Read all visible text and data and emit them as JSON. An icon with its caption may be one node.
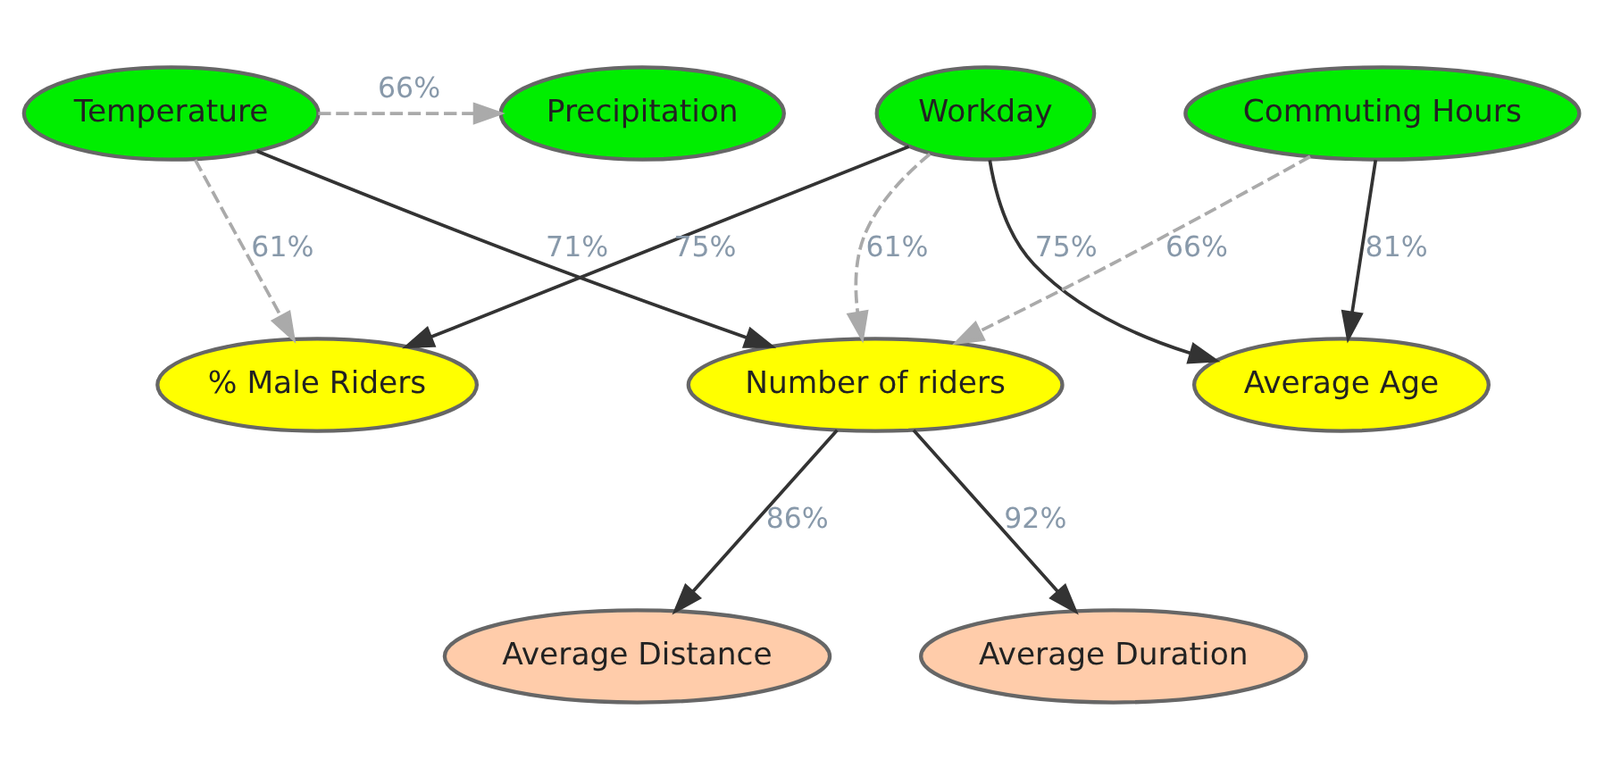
{
  "diagram": {
    "nodes": [
      {
        "text": [
          "Temperature"
        ]
      },
      {
        "text": [
          "Workday"
        ]
      },
      {
        "text": [
          "Precipitation"
        ]
      },
      {
        "text": [
          "Commuting Hours"
        ]
      },
      {
        "text": [
          "Number of riders"
        ]
      },
      {
        "text": [
          "% Male Riders"
        ]
      },
      {
        "text": [
          "Average Age"
        ]
      },
      {
        "text": [
          "Average Distance"
        ]
      },
      {
        "text": [
          "Average Duration"
        ]
      }
    ],
    "edges": [
      {
        "from": 0,
        "to": 2,
        "arrow": "to",
        "label": "66%",
        "style": "dashed",
        "color": "#aaaaaa"
      },
      {
        "from": 0,
        "to": 4,
        "arrow": "to",
        "label": "71%"
      },
      {
        "from": 0,
        "to": 5,
        "arrow": "to",
        "label": "61%",
        "style": "dashed",
        "color": "#aaaaaa"
      },
      {
        "from": 1,
        "to": 4,
        "arrow": "to",
        "label": "61%",
        "style": "dashed",
        "color": "#aaaaaa"
      },
      {
        "from": 1,
        "to": 5,
        "arrow": "to",
        "label": "75%"
      },
      {
        "from": 1,
        "to": 6,
        "arrow": "to",
        "label": "75%"
      },
      {
        "from": 3,
        "to": 4,
        "arrow": "to",
        "label": "66%",
        "style": "dashed",
        "color": "#aaaaaa"
      },
      {
        "from": 3,
        "to": 6,
        "arrow": "to",
        "label": "81%"
      },
      {
        "from": 4,
        "to": 7,
        "arrow": "to",
        "label": "86%"
      },
      {
        "from": 4,
        "to": 8,
        "arrow": "to",
        "label": "92%"
      }
    ]
  }
}
